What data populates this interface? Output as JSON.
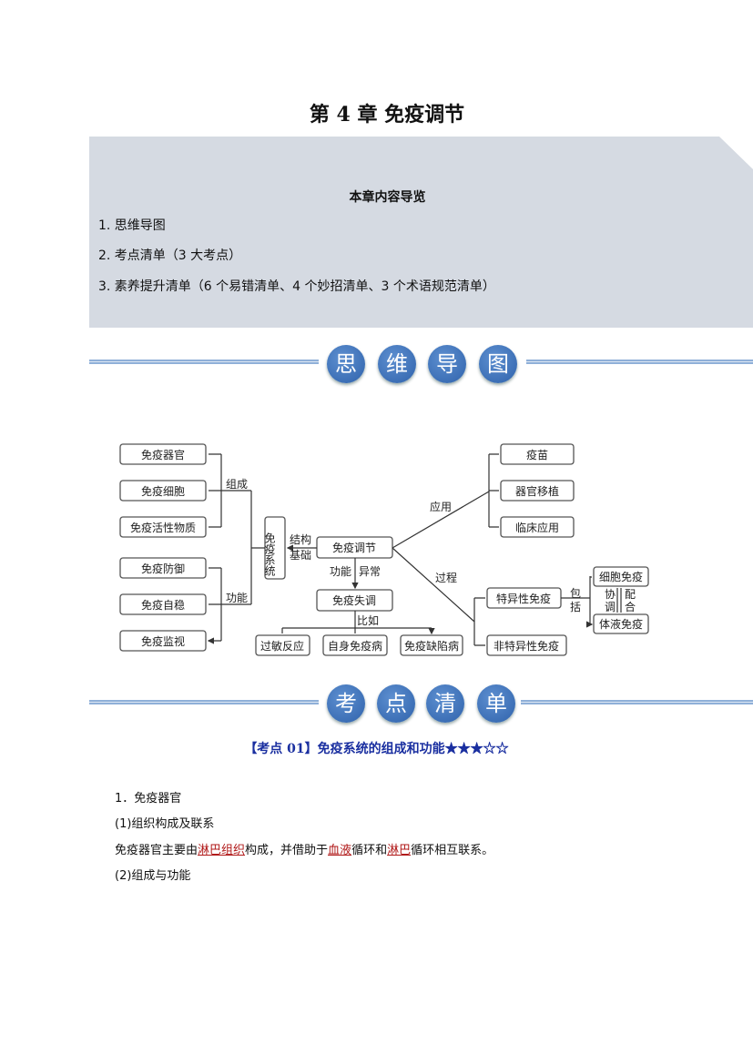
{
  "title": "第 4 章  免疫调节",
  "guide": {
    "heading": "本章内容导览",
    "items": [
      "1. 思维导图",
      "2. 考点清单（3 大考点）",
      "3. 素养提升清单（6 个易错清单、4 个妙招清单、3 个术语规范清单）"
    ]
  },
  "banner1": [
    "思",
    "维",
    "导",
    "图"
  ],
  "banner2": [
    "考",
    "点",
    "清",
    "单"
  ],
  "mindmap": {
    "left_boxes": [
      "免疫器官",
      "免疫细胞",
      "免疫活性物质",
      "免疫防御",
      "免疫自稳",
      "免疫监视"
    ],
    "label_zucheng": "组成",
    "label_gongneng": "功能",
    "system": "免疫系统",
    "label_struct1": "结构",
    "label_struct2": "基础",
    "center": "免疫调节",
    "label_func": "功能",
    "label_abnormal": "异常",
    "disorder": "免疫失调",
    "label_eg": "比如",
    "disorder_boxes": [
      "过敏反应",
      "自身免疫病",
      "免疫缺陷病"
    ],
    "label_apply": "应用",
    "apply_boxes": [
      "疫苗",
      "器官移植",
      "临床应用"
    ],
    "label_process": "过程",
    "specific": "特异性免疫",
    "nonspecific": "非特异性免疫",
    "label_include1": "包",
    "label_include2": "括",
    "cell": "细胞免疫",
    "humoral": "体液免疫",
    "xie": "协",
    "tiao": "调",
    "pei": "配",
    "he": "合"
  },
  "kaodian": {
    "title": "【考点 01】免疫系统的组成和功能",
    "stars_filled": 3,
    "stars_total": 5,
    "stars": "★★★☆☆"
  },
  "body": {
    "h1": "1．免疫器官",
    "h2": "(1)组织构成及联系",
    "p_a": "免疫器官主要由",
    "p_r1": "淋巴组织",
    "p_b": "构成，并借助于",
    "p_r2": "血液",
    "p_c": "循环和",
    "p_r3": "淋巴",
    "p_d": "循环相互联系。",
    "h3": "(2)组成与功能"
  }
}
